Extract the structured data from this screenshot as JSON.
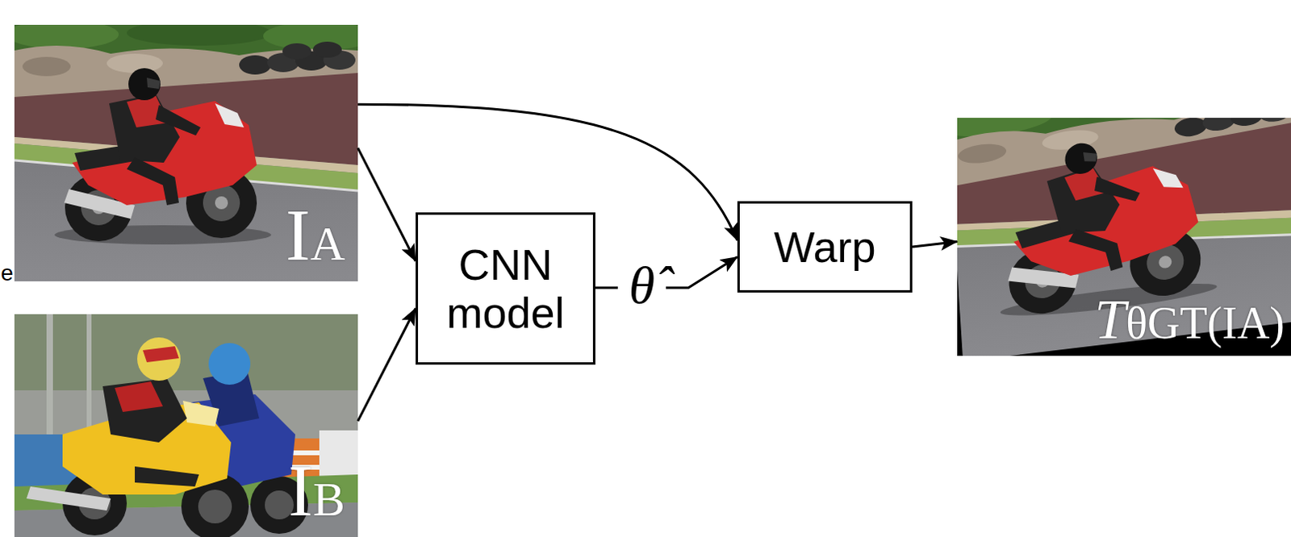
{
  "diagram": {
    "nodes": [
      {
        "text": [
          "IA"
        ]
      },
      {
        "text": [
          "IB"
        ]
      },
      {
        "text": [
          "CNN model"
        ]
      },
      {
        "text": [
          "Warp"
        ]
      },
      {
        "text": [
          "TθGT(IA)"
        ]
      }
    ],
    "edges": [
      {
        "from": 0,
        "to": 2,
        "arrow": "to"
      },
      {
        "from": 1,
        "to": 2,
        "arrow": "to"
      },
      {
        "from": 0,
        "to": 3,
        "arrow": "to"
      },
      {
        "from": 2,
        "to": 3,
        "label": "θ̂",
        "arrow": "to"
      },
      {
        "from": 3,
        "to": 4,
        "arrow": "to"
      }
    ],
    "labels": [
      "e"
    ]
  }
}
